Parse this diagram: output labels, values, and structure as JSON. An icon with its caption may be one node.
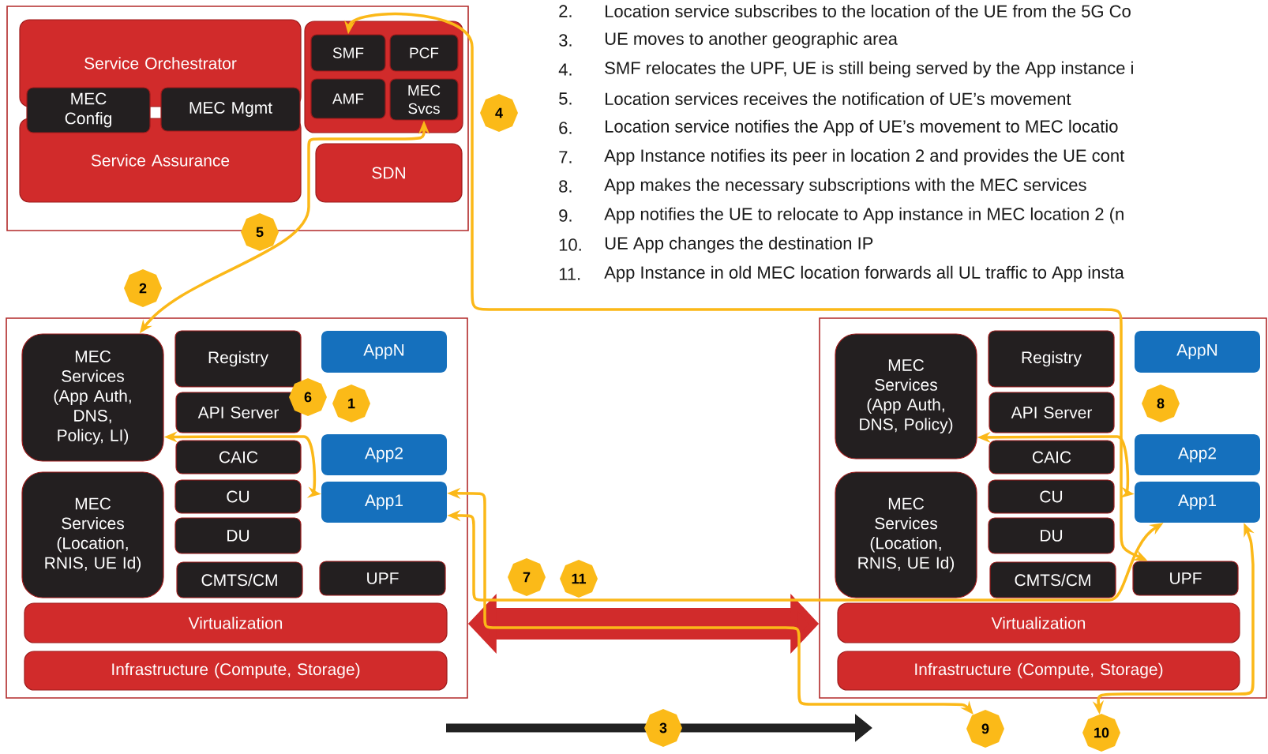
{
  "diagram": {
    "nodes": [
      {
        "text": [],
        "shape": "box"
      },
      {
        "text": [
          "Service Orchestrator"
        ],
        "in": 0
      },
      {
        "text": [
          "Service Assurance"
        ],
        "in": 0
      },
      {
        "text": [
          "MEC Config"
        ],
        "in": 0
      },
      {
        "text": [
          "MEC Mgmt"
        ],
        "in": 0
      },
      {
        "text": [],
        "shape": "box",
        "in": 0
      },
      {
        "text": [
          "SMF"
        ],
        "in": 5
      },
      {
        "text": [
          "PCF"
        ],
        "in": 5
      },
      {
        "text": [
          "AMF"
        ],
        "in": 5
      },
      {
        "text": [
          "MEC Svcs"
        ],
        "in": 5
      },
      {
        "text": [
          "SDN"
        ],
        "in": 0
      },
      {
        "text": [],
        "shape": "box"
      },
      {
        "text": [
          "MEC Services (App Auth, DNS, Policy, LI)"
        ],
        "in": 11
      },
      {
        "text": [
          "MEC Services (Location, RNIS, UE Id)"
        ],
        "in": 11
      },
      {
        "text": [
          "Registry"
        ],
        "in": 11
      },
      {
        "text": [
          "API Server"
        ],
        "in": 11
      },
      {
        "text": [
          "CAIC"
        ],
        "in": 11
      },
      {
        "text": [
          "CU"
        ],
        "in": 11
      },
      {
        "text": [
          "DU"
        ],
        "in": 11
      },
      {
        "text": [
          "CMTS/CM"
        ],
        "in": 11
      },
      {
        "text": [
          "AppN"
        ],
        "in": 11
      },
      {
        "text": [
          "App2"
        ],
        "in": 11
      },
      {
        "text": [
          "App1"
        ],
        "in": 11
      },
      {
        "text": [
          "UPF"
        ],
        "in": 11
      },
      {
        "text": [
          "Virtualization"
        ],
        "in": 11
      },
      {
        "text": [
          "Infrastructure (Compute, Storage)"
        ],
        "in": 11
      },
      {
        "text": [],
        "shape": "box"
      },
      {
        "text": [
          "MEC Services (App Auth, DNS, Policy)"
        ],
        "in": 26
      },
      {
        "text": [
          "MEC Services (Location, RNIS, UE Id)"
        ],
        "in": 26
      },
      {
        "text": [
          "Registry"
        ],
        "in": 26
      },
      {
        "text": [
          "API Server"
        ],
        "in": 26
      },
      {
        "text": [
          "CAIC"
        ],
        "in": 26
      },
      {
        "text": [
          "CU"
        ],
        "in": 26
      },
      {
        "text": [
          "DU"
        ],
        "in": 26
      },
      {
        "text": [
          "CMTS/CM"
        ],
        "in": 26
      },
      {
        "text": [
          "AppN"
        ],
        "in": 26
      },
      {
        "text": [
          "App2"
        ],
        "in": 26
      },
      {
        "text": [
          "App1"
        ],
        "in": 26
      },
      {
        "text": [
          "UPF"
        ],
        "in": 26
      },
      {
        "text": [
          "Virtualization"
        ],
        "in": 26
      },
      {
        "text": [
          "Infrastructure (Compute, Storage)"
        ],
        "in": 26
      },
      {
        "text": [
          "4"
        ]
      },
      {
        "text": [
          "5"
        ]
      },
      {
        "text": [
          "2"
        ]
      },
      {
        "text": [
          "6"
        ],
        "in": 11
      },
      {
        "text": [
          "8"
        ],
        "in": 26
      },
      {
        "text": [
          "1"
        ],
        "in": 11
      },
      {
        "text": [
          "7"
        ]
      },
      {
        "text": [
          "11"
        ]
      },
      {
        "text": [
          "3"
        ]
      },
      {
        "text": [
          "9"
        ]
      },
      {
        "text": [
          "10"
        ]
      }
    ],
    "edges": [
      {
        "from": 12,
        "to": 9,
        "arrow": "both"
      },
      {
        "from": 6,
        "to": 38,
        "arrow": "both"
      },
      {
        "from": 12,
        "to": 22,
        "arrow": "both"
      },
      {
        "from": 22,
        "to": 37,
        "arrow": "both"
      },
      {
        "from": 22,
        "to": 50,
        "arrow": "both"
      },
      {
        "from": 27,
        "to": 37,
        "arrow": "both"
      },
      {
        "from": 37,
        "to": 51,
        "arrow": "both"
      },
      {
        "from": 11,
        "to": 26,
        "arrow": "both",
        "style": "thick",
        "color": "#d12b2b"
      }
    ],
    "labels": [
      "2.",
      "Location service subscribes to the location of the UE from the 5G Co",
      "3.",
      "UE moves to another geographic area",
      "4.",
      "SMF relocates the UPF, UE is still being served by the App instance i",
      "5.",
      "Location services receives the notification of UE’s movement",
      "6.",
      "Location service notifies the App of UE’s movement to MEC locatio",
      "7.",
      "App Instance notifies its peer in location 2 and provides the UE cont",
      "8.",
      "App makes the necessary subscriptions with the MEC services",
      "9.",
      "App notifies the UE to relocate to App instance in MEC location 2 (n",
      "10.",
      "UE App changes the destination IP",
      "11.",
      "App Instance in old MEC location forwards all UL traffic to App insta"
    ]
  }
}
